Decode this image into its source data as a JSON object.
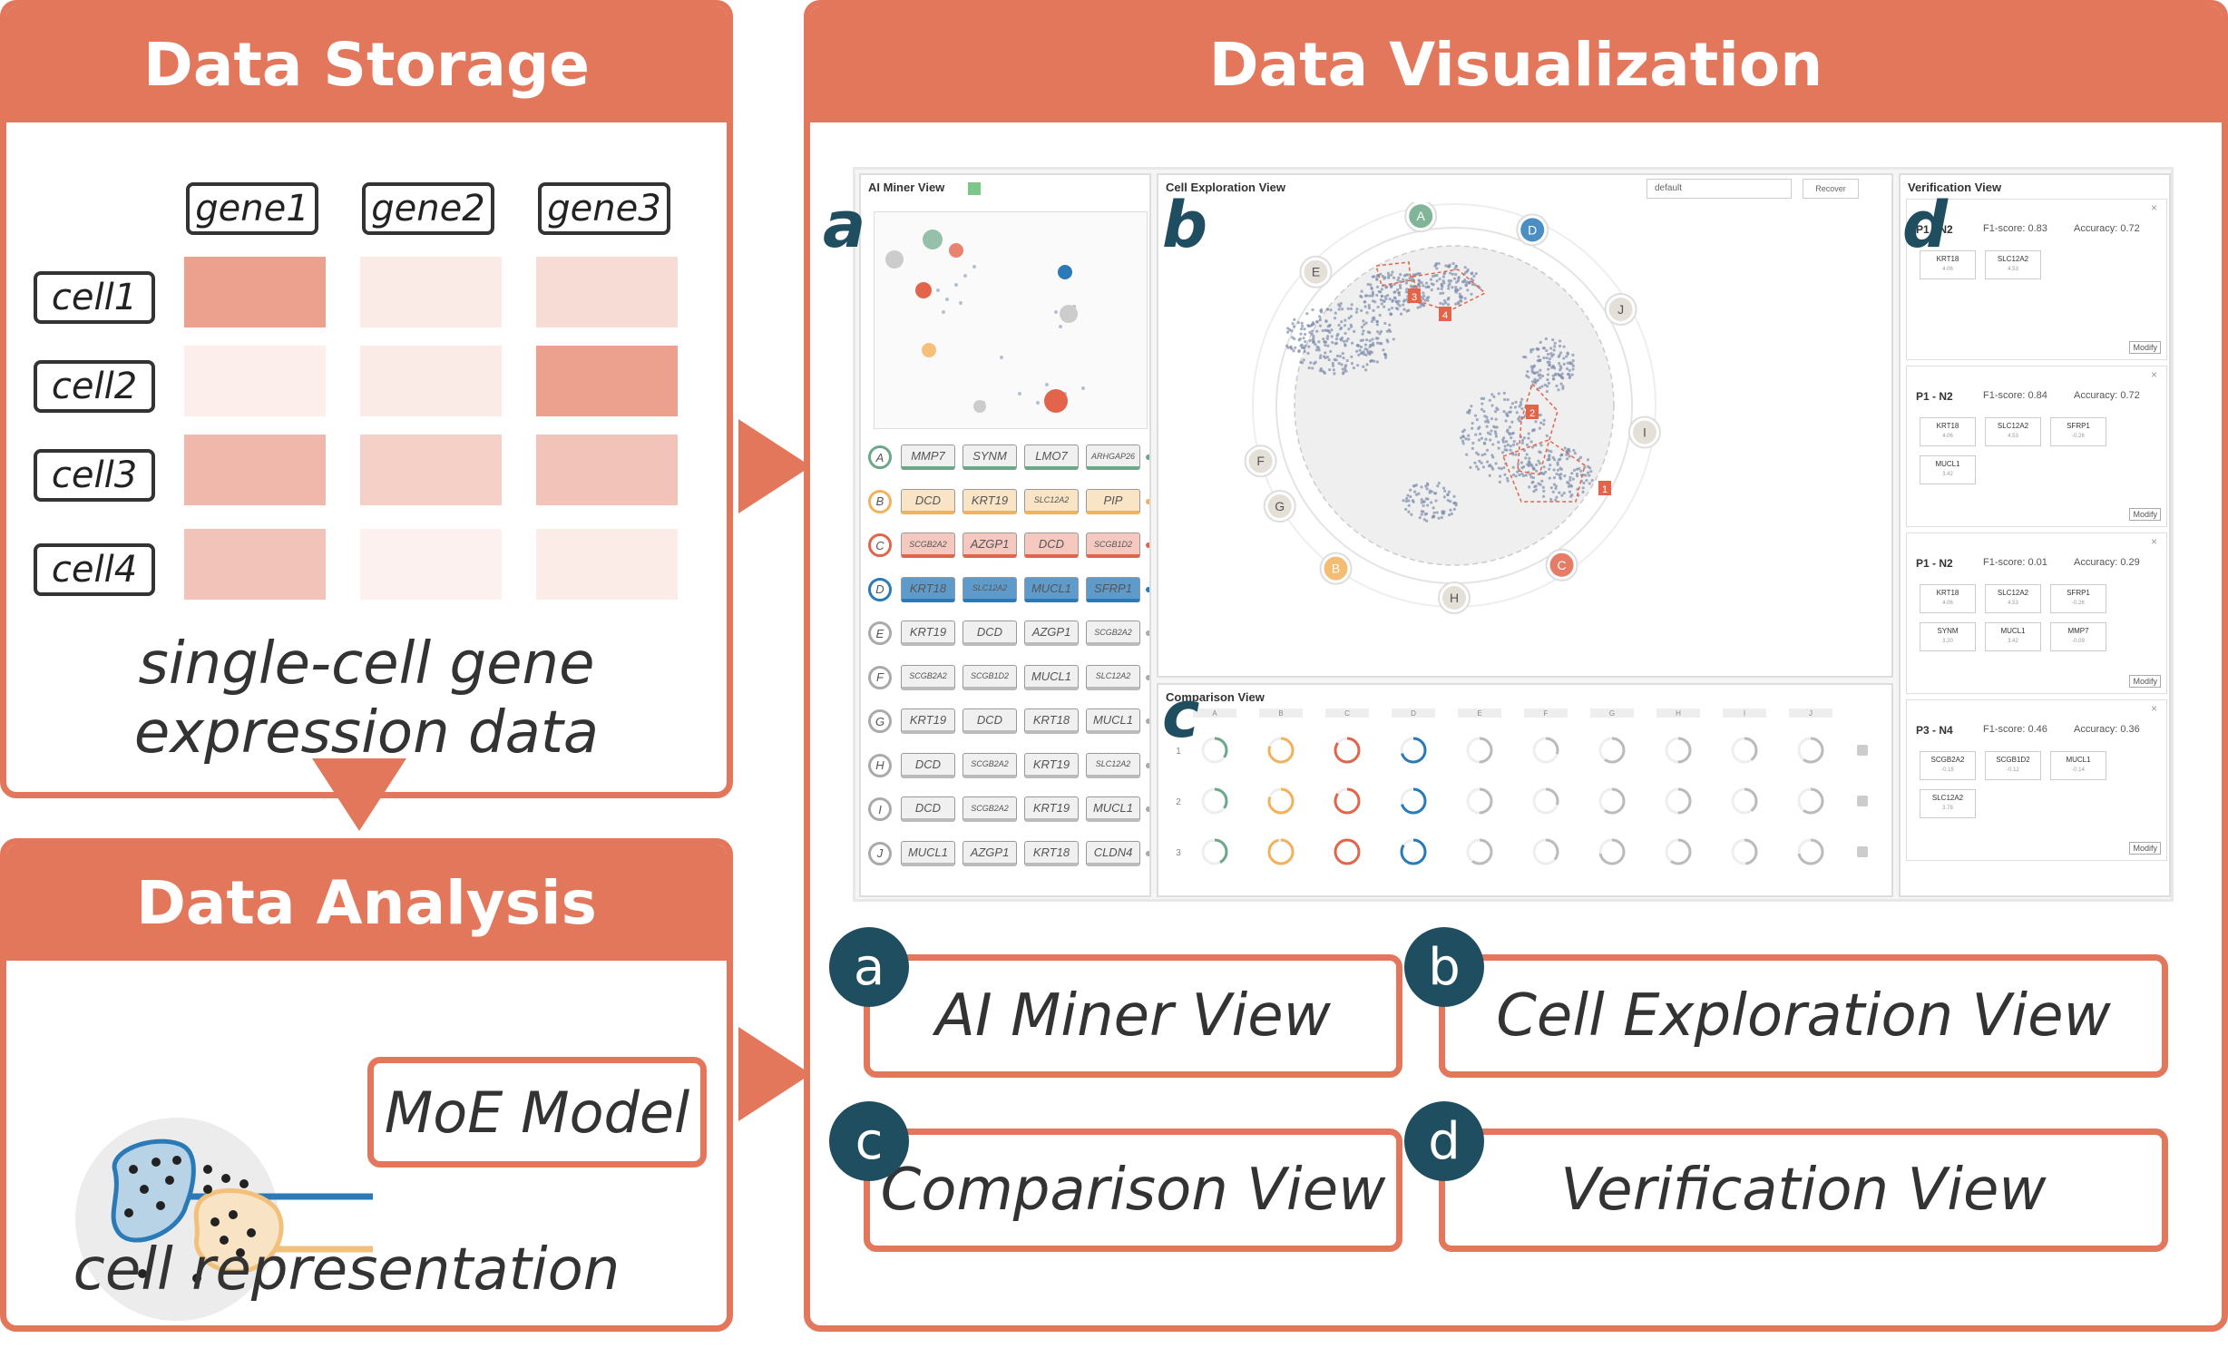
{
  "storage": {
    "title": "Data Storage",
    "genes": [
      "gene1",
      "gene2",
      "gene3"
    ],
    "cells": [
      "cell1",
      "cell2",
      "cell3",
      "cell4"
    ],
    "matrix": [
      [
        0.75,
        0.12,
        0.25
      ],
      [
        0.08,
        0.12,
        0.75
      ],
      [
        0.55,
        0.35,
        0.45
      ],
      [
        0.45,
        0.06,
        0.1
      ]
    ],
    "caption_line1": "single-cell gene",
    "caption_line2": "expression data"
  },
  "analysis": {
    "title": "Data Analysis",
    "model": "MoE Model",
    "caption": "cell representation"
  },
  "visualization": {
    "title": "Data Visualization",
    "colors": {
      "accent": "#e2775c",
      "dark": "#1f4e60",
      "blue": "#2a7ab8",
      "orange": "#f2c07a"
    }
  },
  "ai_miner": {
    "title": "AI Miner View",
    "letter": "a",
    "rows": [
      {
        "id": "A",
        "color": "#6aa887",
        "genes": [
          "MMP7",
          "SYNM",
          "LMO7",
          "ARHGAP26"
        ]
      },
      {
        "id": "B",
        "color": "#f2b25c",
        "genes": [
          "DCD",
          "KRT19",
          "SLC12A2",
          "PIP"
        ]
      },
      {
        "id": "C",
        "color": "#e2654b",
        "genes": [
          "SCGB2A2",
          "AZGP1",
          "DCD",
          "SCGB1D2"
        ]
      },
      {
        "id": "D",
        "color": "#2a7ab8",
        "genes": [
          "KRT18",
          "SLC12A2",
          "MUCL1",
          "SFRP1"
        ]
      },
      {
        "id": "E",
        "color": "#aaaaaa",
        "genes": [
          "KRT19",
          "DCD",
          "AZGP1",
          "SCGB2A2"
        ]
      },
      {
        "id": "F",
        "color": "#aaaaaa",
        "genes": [
          "SCGB2A2",
          "SCGB1D2",
          "MUCL1",
          "SLC12A2"
        ]
      },
      {
        "id": "G",
        "color": "#aaaaaa",
        "genes": [
          "KRT19",
          "DCD",
          "KRT18",
          "MUCL1"
        ]
      },
      {
        "id": "H",
        "color": "#aaaaaa",
        "genes": [
          "DCD",
          "SCGB2A2",
          "KRT19",
          "SLC12A2"
        ]
      },
      {
        "id": "I",
        "color": "#aaaaaa",
        "genes": [
          "DCD",
          "SCGB2A2",
          "KRT19",
          "MUCL1"
        ]
      },
      {
        "id": "J",
        "color": "#aaaaaa",
        "genes": [
          "MUCL1",
          "AZGP1",
          "KRT18",
          "CLDN4"
        ]
      }
    ]
  },
  "cell_exploration": {
    "title": "Cell Exploration View",
    "letter": "b",
    "select_value": "default",
    "recover_label": "Recover",
    "nodes": [
      "A",
      "B",
      "C",
      "D",
      "E",
      "F",
      "G",
      "H",
      "I",
      "J"
    ],
    "regions": [
      "1",
      "2",
      "3",
      "4"
    ]
  },
  "comparison": {
    "title": "Comparison View",
    "letter": "c",
    "columns": [
      "A",
      "B",
      "C",
      "D",
      "E",
      "F",
      "G",
      "H",
      "I",
      "J"
    ],
    "rows": [
      "1",
      "2",
      "3"
    ]
  },
  "verification": {
    "title": "Verification View",
    "letter": "d",
    "modify_label": "Modify",
    "cards": [
      {
        "pair": "P1 - N2",
        "f1": "F1-score: 0.83",
        "acc": "Accuracy: 0.72",
        "genes": [
          [
            "KRT18",
            "4.06"
          ],
          [
            "SLC12A2",
            "4.53"
          ]
        ]
      },
      {
        "pair": "P1 - N2",
        "f1": "F1-score: 0.84",
        "acc": "Accuracy: 0.72",
        "genes": [
          [
            "KRT18",
            "4.06"
          ],
          [
            "SLC12A2",
            "4.53"
          ],
          [
            "SFRP1",
            "-0.26"
          ],
          [
            "MUCL1",
            "3.42"
          ]
        ]
      },
      {
        "pair": "P1 - N2",
        "f1": "F1-score: 0.01",
        "acc": "Accuracy: 0.29",
        "genes": [
          [
            "KRT18",
            "4.06"
          ],
          [
            "SLC12A2",
            "4.53"
          ],
          [
            "SFRP1",
            "-0.26"
          ],
          [
            "SYNM",
            "3.20"
          ],
          [
            "MUCL1",
            "3.42"
          ],
          [
            "MMP7",
            "-0.09"
          ]
        ]
      },
      {
        "pair": "P3 - N4",
        "f1": "F1-score: 0.46",
        "acc": "Accuracy: 0.36",
        "genes": [
          [
            "SCGB2A2",
            "-0.15"
          ],
          [
            "SCGB1D2",
            "-0.12"
          ],
          [
            "MUCL1",
            "-0.14"
          ],
          [
            "SLC12A2",
            "3.78"
          ]
        ]
      }
    ]
  },
  "legend": [
    {
      "badge": "a",
      "label": "AI Miner View"
    },
    {
      "badge": "b",
      "label": "Cell Exploration View"
    },
    {
      "badge": "c",
      "label": "Comparison View"
    },
    {
      "badge": "d",
      "label": "Verification View"
    }
  ]
}
